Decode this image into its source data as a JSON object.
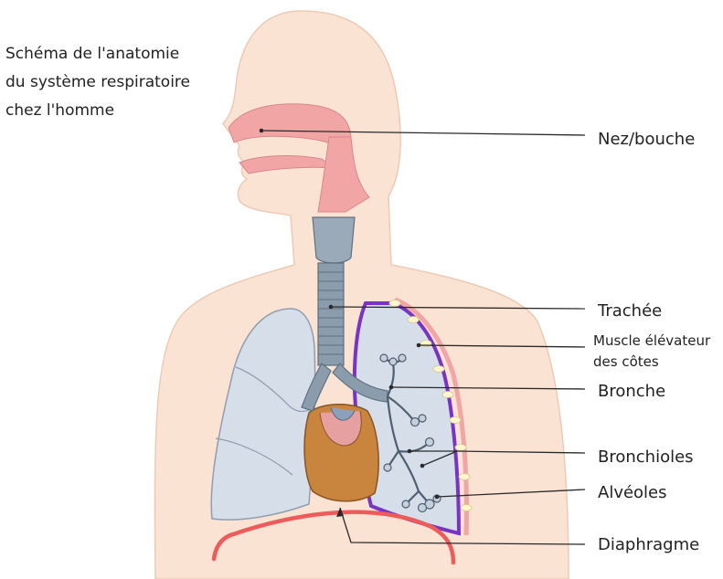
{
  "title_lines": [
    "Schéma de l'anatomie",
    "du système respiratoire",
    "chez l'homme"
  ],
  "labels": {
    "nose_mouth": "Nez/bouche",
    "trachea": "Trachée",
    "rib_muscle_1": "Muscle élévateur",
    "rib_muscle_2": "des côtes",
    "bronchus": "Bronche",
    "bronchioles": "Bronchioles",
    "alveoli": "Alvéoles",
    "diaphragm": "Diaphragme"
  },
  "colors": {
    "skin": "#fbe3d4",
    "airway": "#f2a5a5",
    "trachea": "#8b9cad",
    "lung": "#d5dee9",
    "lung_outline": "#7a34c4",
    "diaphragm": "#ef5b5b",
    "heart": "#c9843e"
  }
}
